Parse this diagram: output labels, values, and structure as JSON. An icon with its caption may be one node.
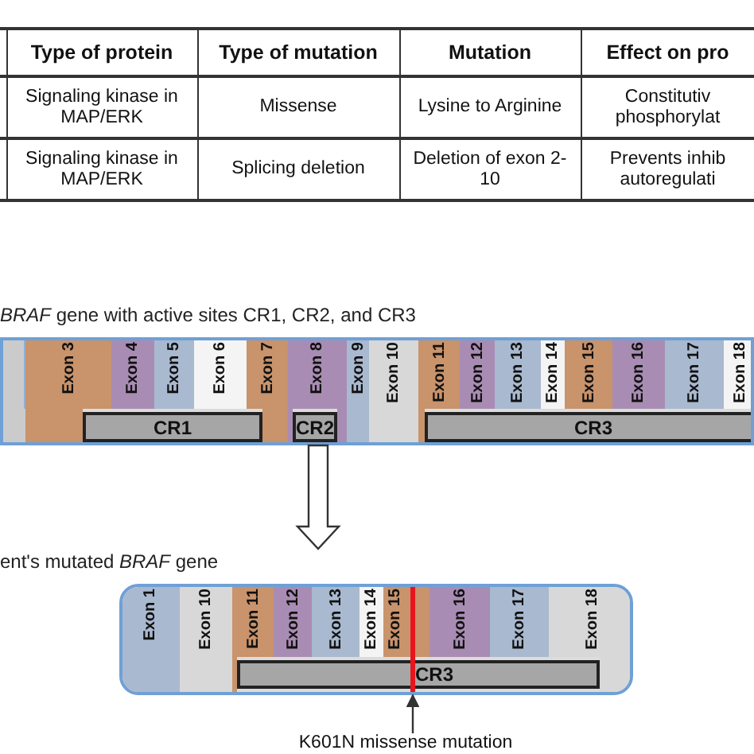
{
  "diagram": {
    "nodes": [
      {
        "text": [
          "*BRAF* gene with active sites CR1, CR2, and CR3"
        ]
      },
      {
        "text": [],
        "shape": "box",
        "in": 0
      },
      {
        "text": [
          "Exon 3"
        ],
        "in": 0
      },
      {
        "text": [
          "Exon 4"
        ],
        "in": 0
      },
      {
        "text": [
          "Exon 5"
        ],
        "in": 0
      },
      {
        "text": [
          "Exon 6"
        ],
        "in": 0
      },
      {
        "text": [
          "Exon 7"
        ],
        "in": 0
      },
      {
        "text": [
          "Exon 8"
        ],
        "in": 0
      },
      {
        "text": [
          "Exon 9"
        ],
        "in": 0
      },
      {
        "text": [
          "Exon 10"
        ],
        "in": 0
      },
      {
        "text": [
          "Exon 11"
        ],
        "in": 0
      },
      {
        "text": [
          "Exon 12"
        ],
        "in": 0
      },
      {
        "text": [
          "Exon 13"
        ],
        "in": 0
      },
      {
        "text": [
          "Exon 14"
        ],
        "in": 0
      },
      {
        "text": [
          "Exon 15"
        ],
        "in": 0
      },
      {
        "text": [
          "Exon 16"
        ],
        "in": 0
      },
      {
        "text": [
          "Exon 17"
        ],
        "in": 0
      },
      {
        "text": [
          "Exon 18"
        ],
        "in": 0
      },
      {
        "text": [
          "CR1"
        ],
        "in": 0
      },
      {
        "text": [
          "CR2"
        ],
        "in": 0
      },
      {
        "text": [
          "CR3"
        ],
        "in": 0
      },
      {
        "text": [
          "ent's mutated *BRAF* gene"
        ]
      },
      {
        "text": [
          "Exon 1"
        ],
        "in": 21
      },
      {
        "text": [
          "Exon 10"
        ],
        "in": 21
      },
      {
        "text": [
          "Exon 11"
        ],
        "in": 21
      },
      {
        "text": [
          "Exon 12"
        ],
        "in": 21
      },
      {
        "text": [
          "Exon 13"
        ],
        "in": 21
      },
      {
        "text": [
          "Exon 14"
        ],
        "in": 21
      },
      {
        "text": [
          "Exon 15"
        ],
        "in": 21
      },
      {
        "text": [
          "Exon 16"
        ],
        "in": 21
      },
      {
        "text": [
          "Exon 17"
        ],
        "in": 21
      },
      {
        "text": [
          "Exon 18"
        ],
        "in": 21
      },
      {
        "text": [
          "CR3"
        ],
        "in": 21
      },
      {
        "text": [],
        "shape": "bar",
        "in": 21
      },
      {
        "text": [
          "K601N missense mutation"
        ]
      }
    ],
    "edges": [
      {
        "from": 0,
        "to": 21,
        "arrow": "to"
      },
      {
        "from": 34,
        "to": 33,
        "arrow": "to"
      }
    ],
    "labels": [
      "Type of protein",
      "Type of mutation",
      "Mutation",
      "Effect on pro",
      "Signaling kinase in MAP/ERK",
      "Missense",
      "Lysine to Arginine",
      "Constitutiv phosphorylat",
      "Signaling kinase in MAP/ERK",
      "Splicing deletion",
      "Deletion of exon 2-10",
      "Prevents inhib autoregulati"
    ]
  }
}
